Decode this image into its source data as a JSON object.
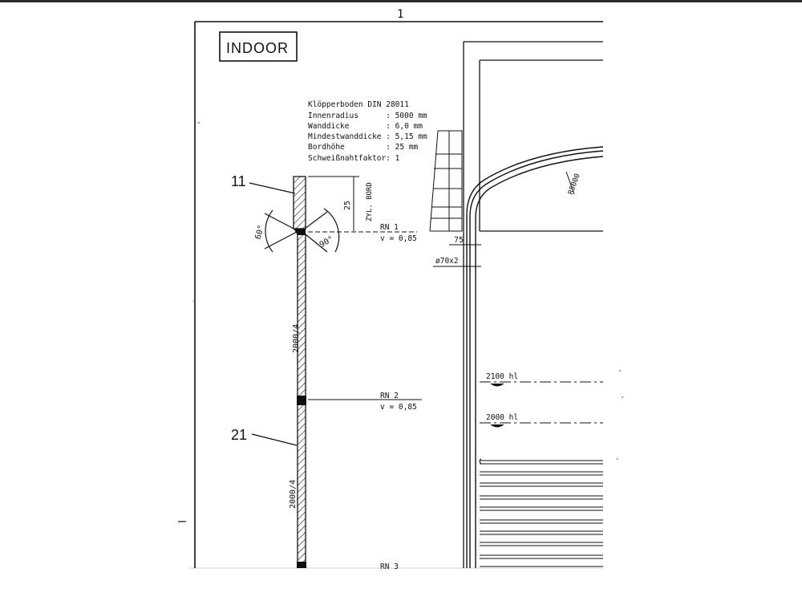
{
  "drawing": {
    "indoor_label": "INDOOR",
    "spec_lines": [
      "Klöpperboden DIN 28011",
      "Innenradius      : 5000 mm",
      "Wanddicke        : 6,0 mm",
      "Mindestwanddicke : 5,15 mm",
      "Bordhöhe         : 25 mm",
      "Schweißnahtfaktor: 1"
    ],
    "part_11": "11",
    "part_21": "21",
    "dim_25": "25",
    "zyl_bord": "ZYL. BORD",
    "angle_60": "60°",
    "angle_90": "90°",
    "rn1": "RN 1",
    "rn1_v": "v = 0,85",
    "rn2": "RN 2",
    "rn2_v": "v = 0,85",
    "rn3": "RN 3",
    "section_upper": "2000/4",
    "section_lower": "2000/4",
    "dim_75": "75",
    "pipe": "ø70x2",
    "radius": "R5000",
    "level_2100": "2100 hl",
    "level_2000": "2000 hl",
    "mark_top": "1"
  },
  "colors": {
    "ink": "#111111",
    "paper": "#ffffff"
  }
}
